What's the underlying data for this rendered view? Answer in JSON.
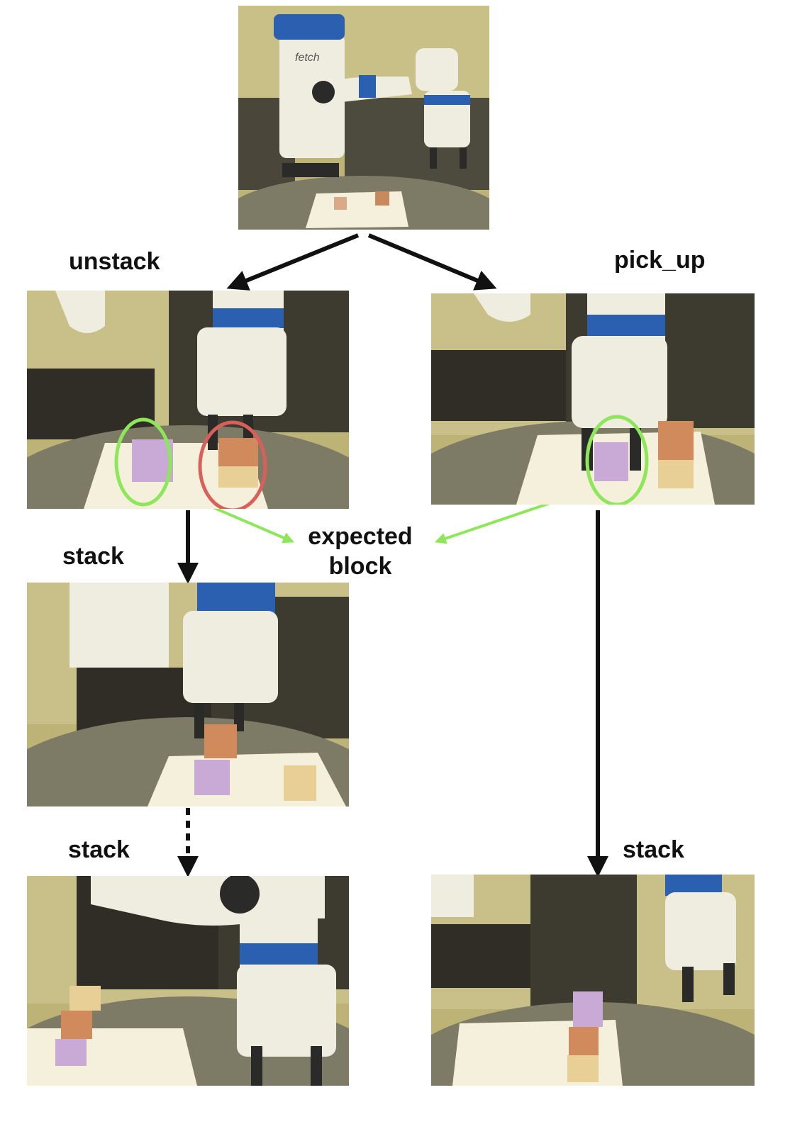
{
  "labels": {
    "unstack": "unstack",
    "pick_up": "pick_up",
    "stack_left_mid": "stack",
    "stack_left_bottom": "stack",
    "stack_right_bottom": "stack",
    "expected_line1": "expected",
    "expected_line2": "block",
    "robot_brand": "fetch"
  },
  "colors": {
    "arrow": "#111111",
    "expected_arrow": "#8ee65a",
    "expected_circle": "#8ee65a",
    "wrong_circle": "#d9605a",
    "photo_wall": "#b8ad6e",
    "table": "#7d7a66",
    "robot_white": "#efece0",
    "robot_blue": "#2b5fb0"
  },
  "icons": [
    "robot-icon",
    "block-icon",
    "gripper-icon"
  ]
}
